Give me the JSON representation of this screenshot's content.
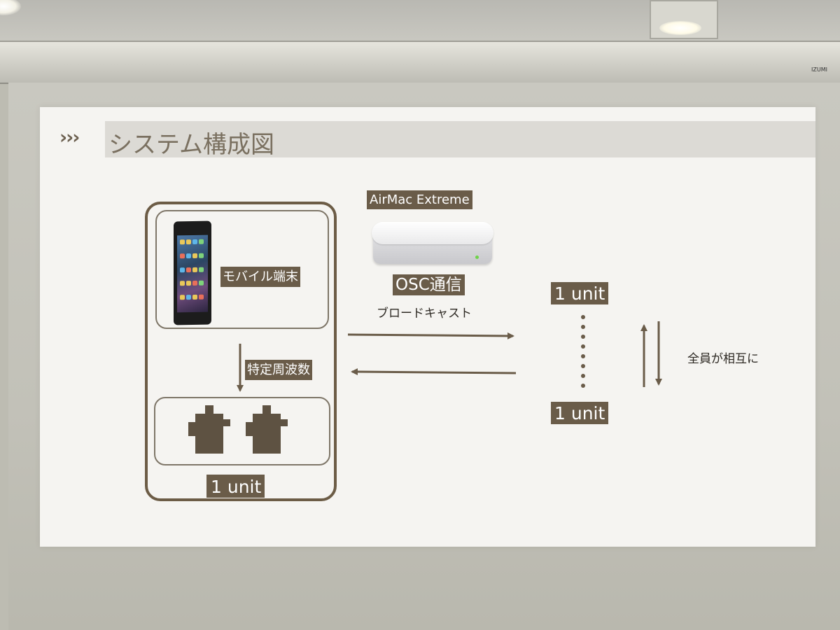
{
  "slide": {
    "title": "システム構成図",
    "title_marker": "›››",
    "colors": {
      "accent": "#6a5c49",
      "title_bar": "#dcdad5",
      "slide_bg": "#f5f4f1"
    }
  },
  "left_unit": {
    "mobile_label": "モバイル端末",
    "frequency_label": "特定周波数",
    "unit_label": "1 unit",
    "phone_icon": "smartphone-icon",
    "servo_icon": "servo-motor-icon"
  },
  "center": {
    "router_label": "AirMac Extreme",
    "router_icon": "wifi-router-icon",
    "protocol_label": "OSC通信",
    "broadcast_label": "ブロードキャスト"
  },
  "right_units": {
    "top_unit_label": "1 unit",
    "bottom_unit_label": "1 unit",
    "mutual_label": "全員が相互に"
  },
  "projector": {
    "brand": "IZUMI"
  }
}
